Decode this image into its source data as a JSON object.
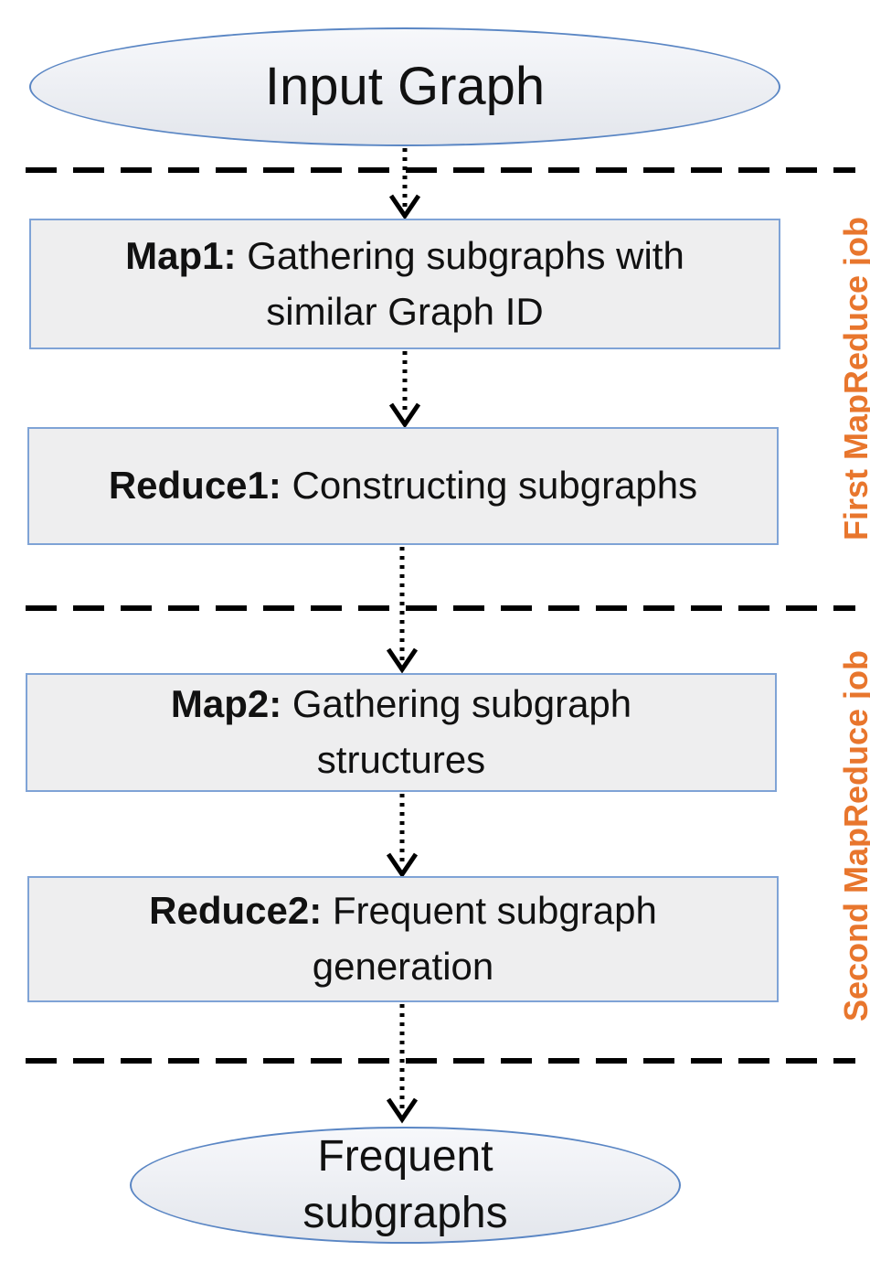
{
  "input_node": {
    "label": "Input Graph"
  },
  "steps": [
    {
      "bold": "Map1:",
      "text": " Gathering subgraphs with similar Graph ID"
    },
    {
      "bold": "Reduce1:",
      "text": " Constructing subgraphs"
    },
    {
      "bold": "Map2:",
      "text": " Gathering subgraph structures"
    },
    {
      "bold": "Reduce2:",
      "text": " Frequent subgraph generation"
    }
  ],
  "output_node": {
    "label": "Frequent subgraphs"
  },
  "jobs": {
    "first": "First MapReduce job",
    "second": "Second MapReduce job"
  },
  "colors": {
    "job_label": "#e8762d",
    "box_border": "#7fa3d6",
    "box_fill": "#eeeeef",
    "ellipse_border": "#5a86c4"
  }
}
